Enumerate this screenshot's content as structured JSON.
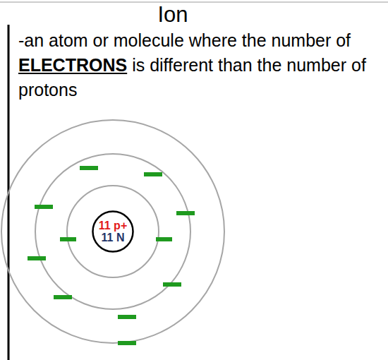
{
  "diagram": {
    "title": "Ion",
    "nodes": [
      {
        "text": [
          "11 p+",
          "11 N"
        ]
      }
    ],
    "labels": [
      "-an atom or molecule where the number of",
      "ELECTRONS",
      "is different than the number of protons"
    ]
  }
}
